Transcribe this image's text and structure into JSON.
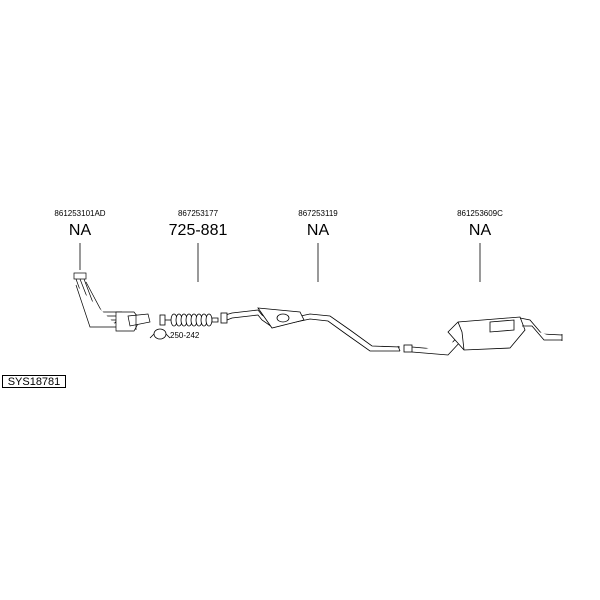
{
  "system_code": "SYS18781",
  "parts": [
    {
      "oem": "861253101AD",
      "code": "NA",
      "name": "exhaust-manifold"
    },
    {
      "oem": "867253177",
      "code": "725-881",
      "name": "flex-pipe"
    },
    {
      "oem": "867253119",
      "code": "NA",
      "name": "middle-silencer"
    },
    {
      "oem": "861253609C",
      "code": "NA",
      "name": "rear-silencer"
    }
  ],
  "clamp": {
    "code": "250-242"
  }
}
